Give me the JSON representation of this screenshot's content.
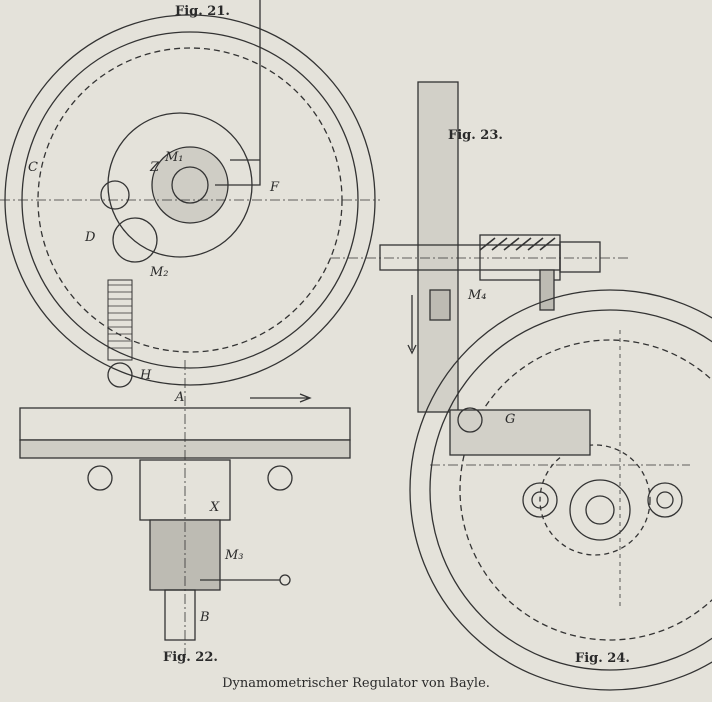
{
  "figures": [
    {
      "label": "Fig. 21."
    },
    {
      "label": "Fig. 22."
    },
    {
      "label": "Fig. 23."
    },
    {
      "label": "Fig. 24."
    }
  ],
  "caption": "Dynamometrischer Regulator von Bayle.",
  "part_labels": {
    "c": "C",
    "d": "D",
    "z": "Z",
    "m1": "M₁",
    "m2": "M₂",
    "m3": "M₃",
    "a": "A",
    "b": "B",
    "f": "F",
    "h": "H",
    "x": "X",
    "g": "G",
    "m4": "M₄"
  },
  "colors": {
    "paper": "#e4e2da",
    "ink": "#2a2a2a"
  }
}
